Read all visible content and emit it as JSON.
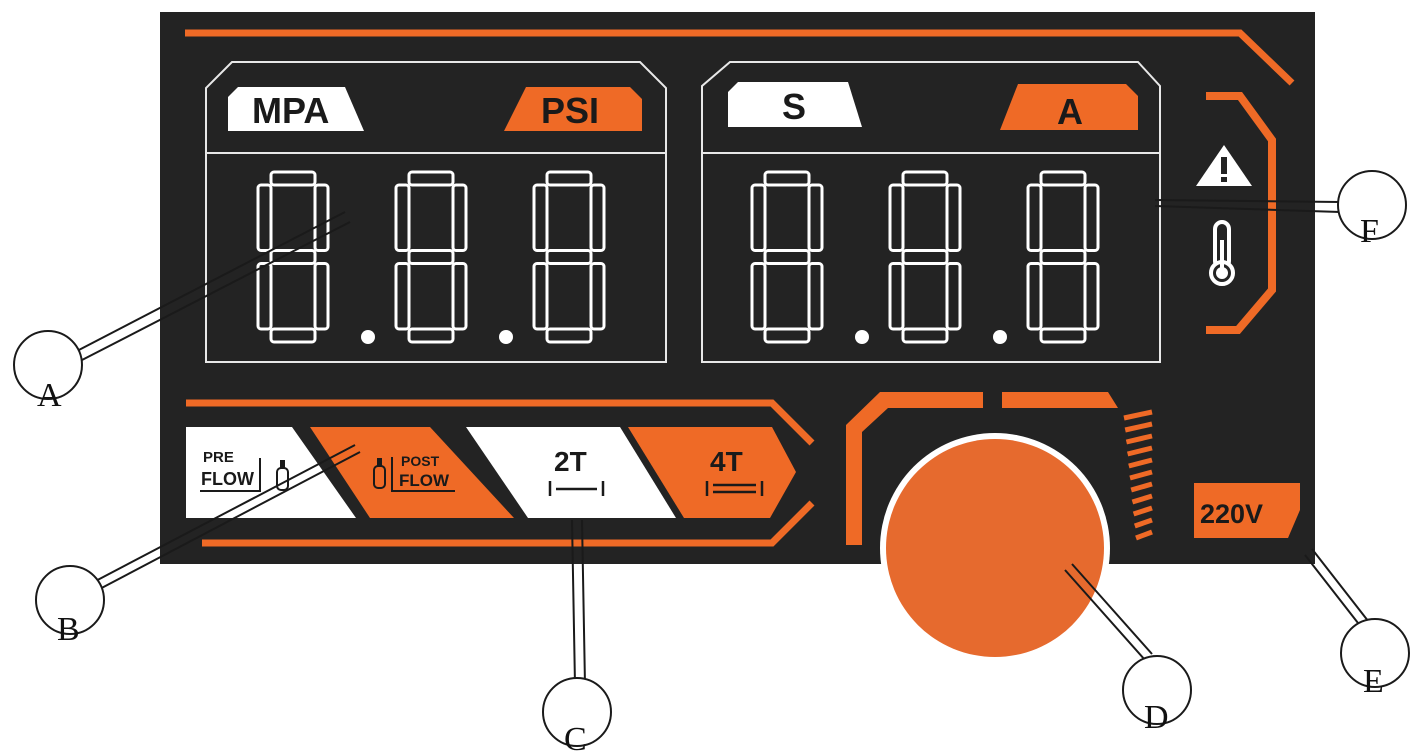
{
  "pressure_display": {
    "unit_left": "MPA",
    "unit_right": "PSI",
    "value": "8.8.8"
  },
  "current_display": {
    "unit_left": "S",
    "unit_right": "A",
    "value": "8.8.8"
  },
  "indicators": {
    "warning_icon": "warning-triangle-icon",
    "temperature_icon": "thermometer-icon"
  },
  "buttons": {
    "pre_flow_line1": "PRE",
    "pre_flow_line2": "FLOW",
    "post_flow_line1": "POST",
    "post_flow_line2": "FLOW",
    "two_t": "2T",
    "four_t": "4T"
  },
  "voltage_badge": "220V",
  "callouts": [
    "A",
    "B",
    "C",
    "D",
    "E",
    "F"
  ],
  "colors": {
    "panel": "#232323",
    "accent": "#ef6a26",
    "knob": "#e66a2e",
    "segment": "#ffffff"
  }
}
